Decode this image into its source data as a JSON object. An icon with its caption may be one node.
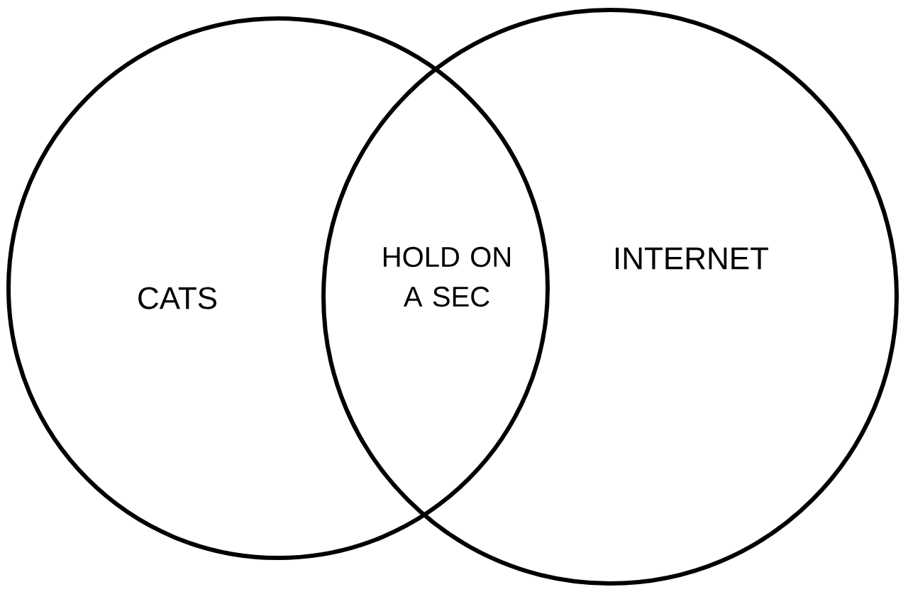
{
  "diagram": {
    "nodes": [
      {
        "text": [
          "CATS"
        ]
      },
      {
        "text": [
          "INTERNET"
        ]
      }
    ],
    "edges": [],
    "labels": [
      "HOLD ON A SEC"
    ]
  }
}
